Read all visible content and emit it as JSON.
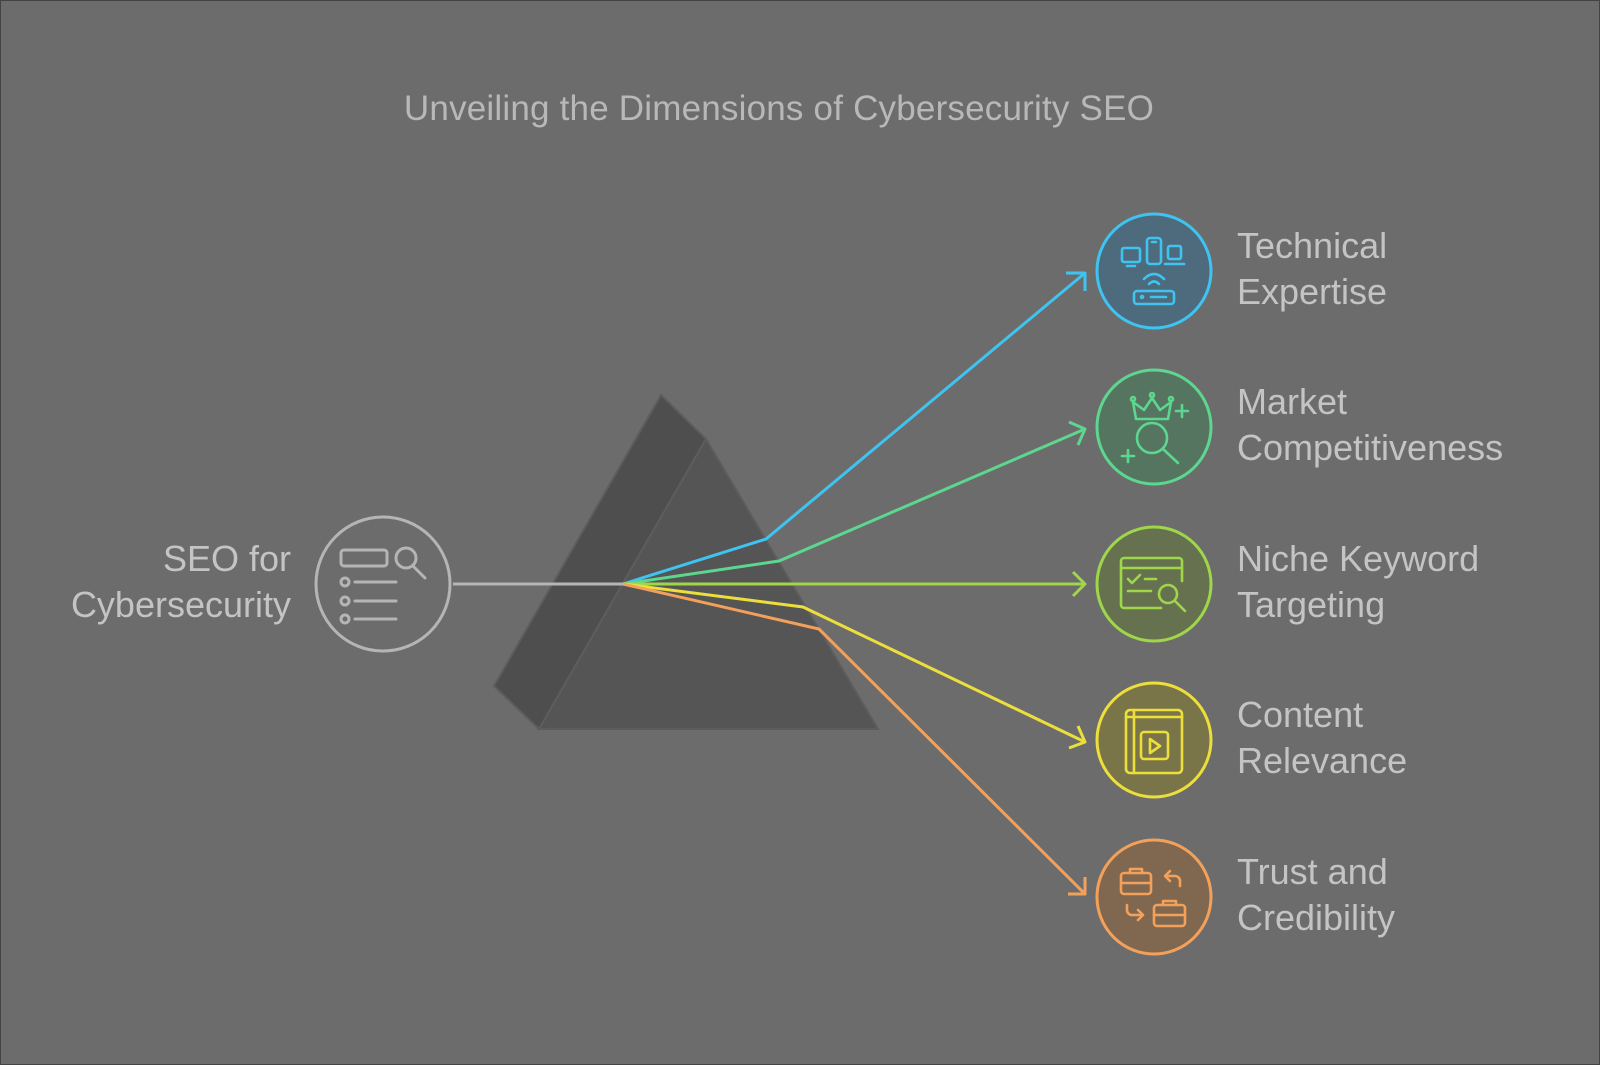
{
  "title": "Unveiling the Dimensions of Cybersecurity SEO",
  "source": {
    "lines": [
      "SEO for",
      "Cybersecurity"
    ],
    "icon": "search-list-icon",
    "color": "#b5b5b5"
  },
  "dimensions": [
    {
      "lines": [
        "Technical",
        "Expertise"
      ],
      "icon": "devices-network-icon",
      "color": "#3fc3f0",
      "fill": "#4d6b7d"
    },
    {
      "lines": [
        "Market",
        "Competitiveness"
      ],
      "icon": "crown-search-icon",
      "color": "#5dd68f",
      "fill": "#557560"
    },
    {
      "lines": [
        "Niche Keyword",
        "Targeting"
      ],
      "icon": "keyword-search-window-icon",
      "color": "#9fd64a",
      "fill": "#66724f"
    },
    {
      "lines": [
        "Content",
        "Relevance"
      ],
      "icon": "video-book-icon",
      "color": "#ecdf3c",
      "fill": "#7a7548"
    },
    {
      "lines": [
        "Trust and",
        "Credibility"
      ],
      "icon": "briefcase-exchange-icon",
      "color": "#f3a15a",
      "fill": "#80674f"
    }
  ]
}
